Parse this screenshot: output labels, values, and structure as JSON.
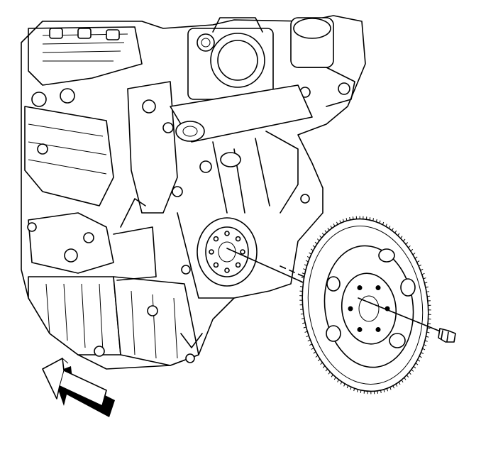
{
  "diagram": {
    "subject": "engine-flywheel-installation",
    "parts": [
      {
        "id": "engine-block",
        "icon": "engine-block-drawing"
      },
      {
        "id": "crankshaft-flange",
        "icon": "crankshaft-flange-drawing"
      },
      {
        "id": "flywheel",
        "icon": "flywheel-drawing"
      },
      {
        "id": "flywheel-bolt",
        "icon": "bolt-drawing"
      },
      {
        "id": "front-arrow",
        "icon": "direction-arrow"
      }
    ],
    "flywheel": {
      "bolt_holes": 6,
      "ring_gear_teeth": 120
    },
    "crank_flange": {
      "bolt_holes": 8
    },
    "colors": {
      "line": "#000000",
      "background": "#ffffff"
    }
  }
}
